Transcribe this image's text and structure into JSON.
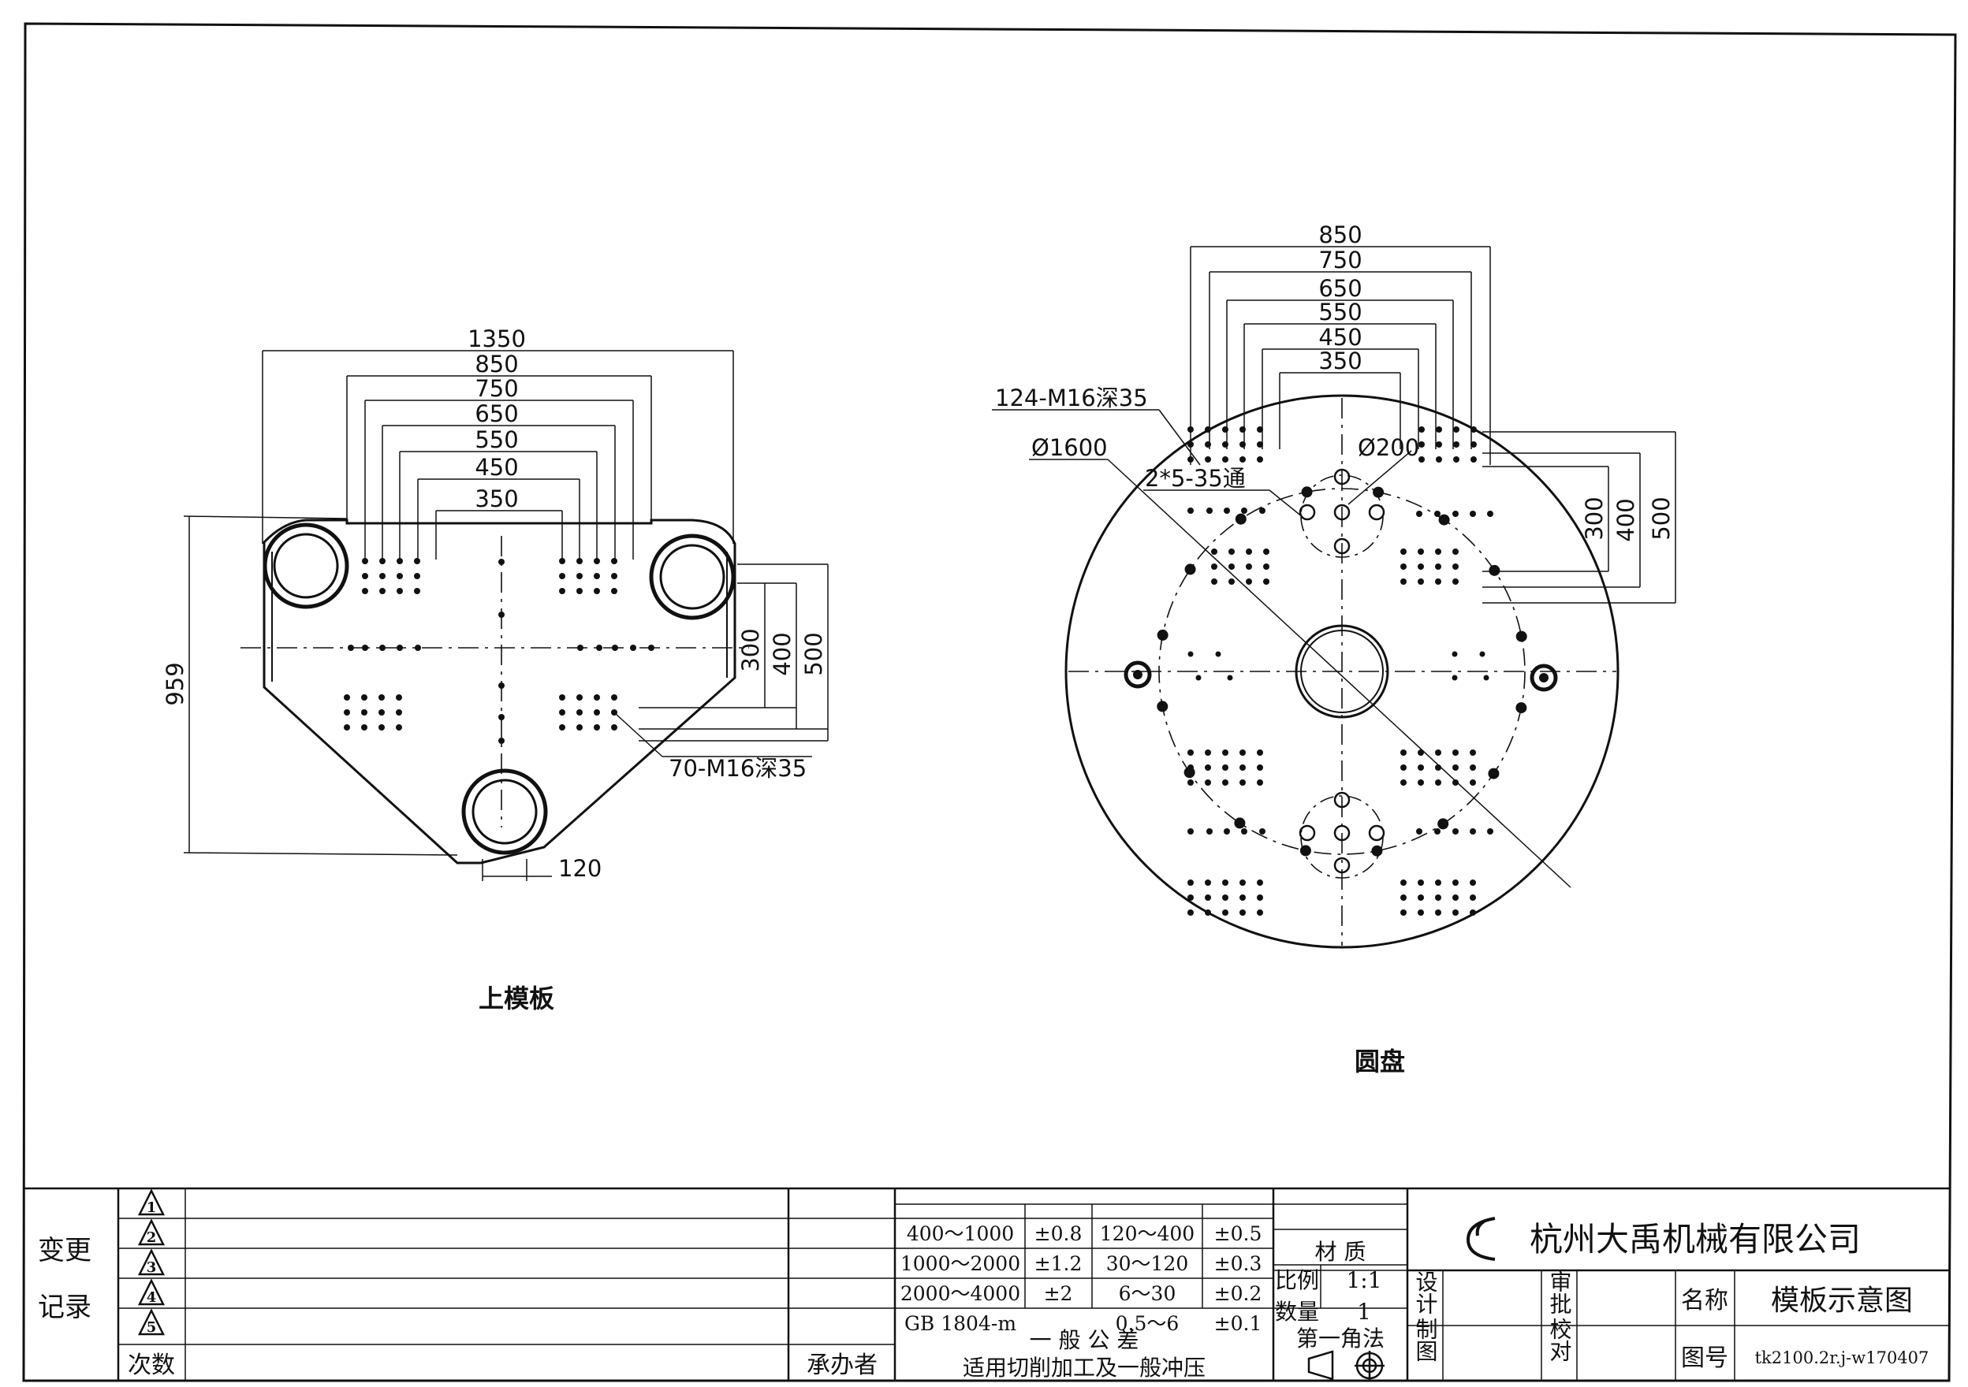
{
  "upper_plate": {
    "caption": "上模板",
    "dims_horizontal": [
      "1350",
      "850",
      "750",
      "650",
      "550",
      "450",
      "350"
    ],
    "dims_vertical": [
      "300",
      "400",
      "500"
    ],
    "height_label": "959",
    "hole_callout": "70-M16深35",
    "bottom_width": "120"
  },
  "disc": {
    "caption": "圆盘",
    "dims_horizontal": [
      "850",
      "750",
      "650",
      "550",
      "450",
      "350"
    ],
    "dims_vertical": [
      "300",
      "400",
      "500"
    ],
    "hole_callout": "124-M16深35",
    "diameter_label": "Ø1600",
    "center_label": "Ø200",
    "pin_callout": "2*5-35通"
  },
  "title_block": {
    "change_record_line1": "变更",
    "change_record_line2": "记录",
    "revision_marks": [
      "1",
      "2",
      "3",
      "4",
      "5"
    ],
    "count_label": "次数",
    "handler_label": "承办者",
    "tolerance_rows": [
      {
        "range_a": "400～1000",
        "tol_a": "±0.8",
        "range_b": "120～400",
        "tol_b": "±0.5"
      },
      {
        "range_a": "1000～2000",
        "tol_a": "±1.2",
        "range_b": "30～120",
        "tol_b": "±0.3"
      },
      {
        "range_a": "2000～4000",
        "tol_a": "±2",
        "range_b": "6～30",
        "tol_b": "±0.2"
      },
      {
        "range_a": "GB 1804-m",
        "tol_a": "",
        "range_b": "0.5～6",
        "tol_b": "±0.1"
      }
    ],
    "general_tolerance": "一 般 公 差",
    "applicable_note": "适用切削加工及一般冲压",
    "material_label": "材 质",
    "scale_label": "比例",
    "scale_value": "1:1",
    "quantity_label": "数量",
    "quantity_value": "1",
    "projection_label": "第一角法",
    "design_label": "设计",
    "drawn_label": "制图",
    "review_label": "审批",
    "check_label": "校对",
    "company_name": "杭州大禹机械有限公司",
    "name_label": "名称",
    "name_value": "模板示意图",
    "drawing_no_label": "图号",
    "drawing_no_value": "tk2100.2r.j-w170407"
  }
}
